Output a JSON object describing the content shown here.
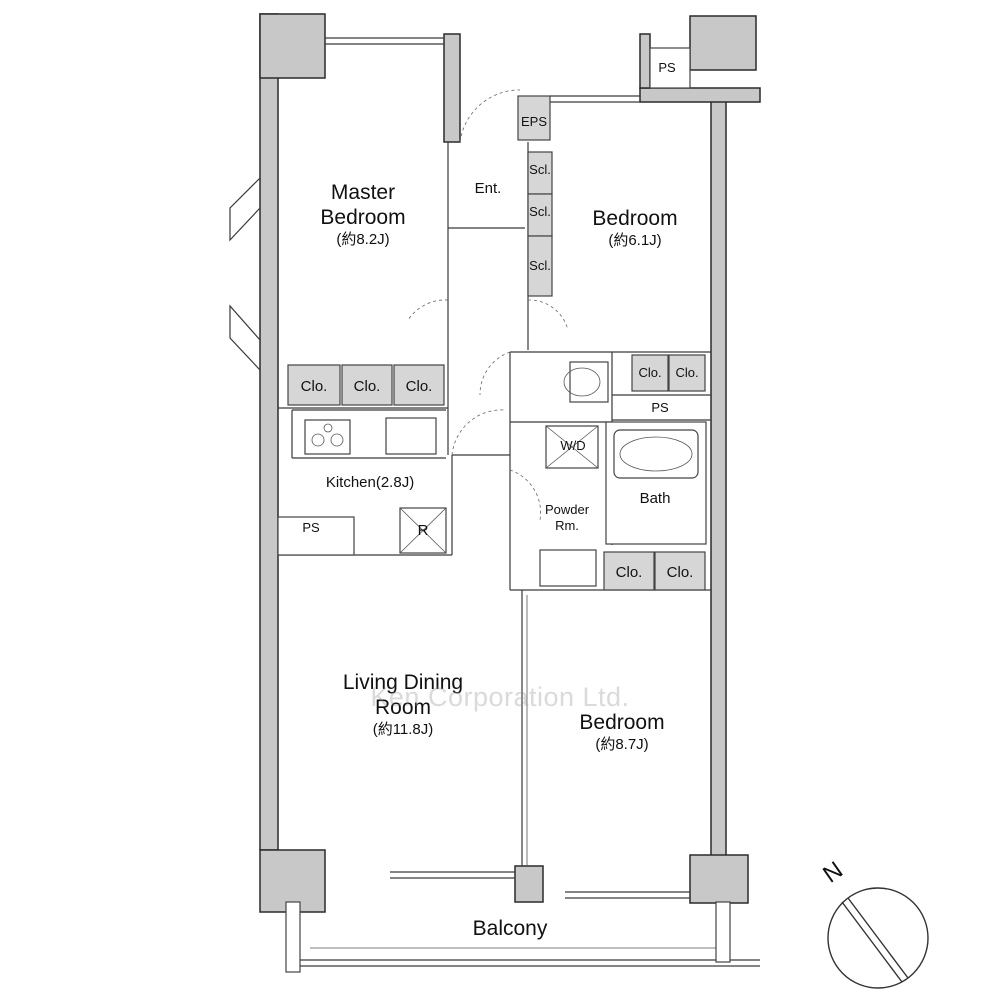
{
  "rooms": {
    "master_bedroom": {
      "line1": "Master",
      "line2": "Bedroom",
      "area": "(約8.2J)"
    },
    "bedroom_ne": {
      "name": "Bedroom",
      "area": "(約6.1J)"
    },
    "bedroom_se": {
      "name": "Bedroom",
      "area": "(約8.7J)"
    },
    "living": {
      "line1": "Living Dining",
      "line2": "Room",
      "area": "(約11.8J)"
    },
    "kitchen": "Kitchen(2.8J)",
    "entrance": "Ent.",
    "powder_room": {
      "line1": "Powder",
      "line2": "Rm."
    },
    "bath": "Bath",
    "balcony": "Balcony"
  },
  "fixtures": {
    "ps": "PS",
    "eps": "EPS",
    "shoe_closet": "Scl.",
    "closet": "Clo.",
    "washer_dryer": "W/D",
    "refrigerator": "R"
  },
  "watermark": "Ken Corporation Ltd.",
  "compass": {
    "label": "N"
  }
}
